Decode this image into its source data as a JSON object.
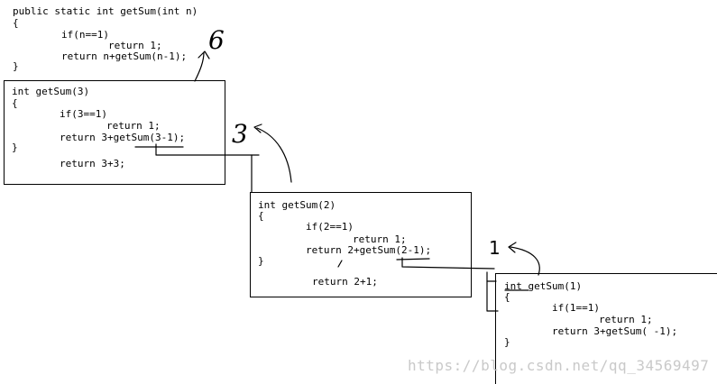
{
  "header_code": {
    "signature": "public static int getSum(int n)",
    "open": "{",
    "cond": "if(n==1)",
    "ret1": "return 1;",
    "ret2": "return n+getSum(n-1);",
    "close": "}"
  },
  "frame_3": {
    "signature": "int getSum(3)",
    "open": "{",
    "cond": "if(3==1)",
    "ret1": "return 1;",
    "ret2": "return 3+getSum(3-1);",
    "close": "}",
    "result": "return 3+3;"
  },
  "frame_2": {
    "signature": "int getSum(2)",
    "open": "{",
    "cond": "if(2==1)",
    "ret1": "return 1;",
    "ret2": "return 2+getSum(2-1);",
    "close": "}",
    "result": "return 2+1;"
  },
  "frame_1": {
    "signature": "int getSum(1)",
    "open": "{",
    "cond": "if(1==1)",
    "ret1": "return 1;",
    "ret2": "return 3+getSum( -1);",
    "close": "}"
  },
  "annotations": {
    "result_6": "6",
    "result_3": "3",
    "result_1": "1"
  },
  "watermark": "https://blog.csdn.net/qq_34569497",
  "colors": {
    "ink": "#000000",
    "watermark": "#c9c9c9",
    "background": "#ffffff"
  }
}
